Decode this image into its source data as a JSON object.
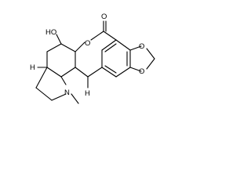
{
  "molecule": {
    "atoms": {
      "O_carbonyl": "O",
      "O_lactone": "O",
      "OH": "HO",
      "H_top": "H",
      "H_bottom": "H",
      "N": "N"
    }
  }
}
